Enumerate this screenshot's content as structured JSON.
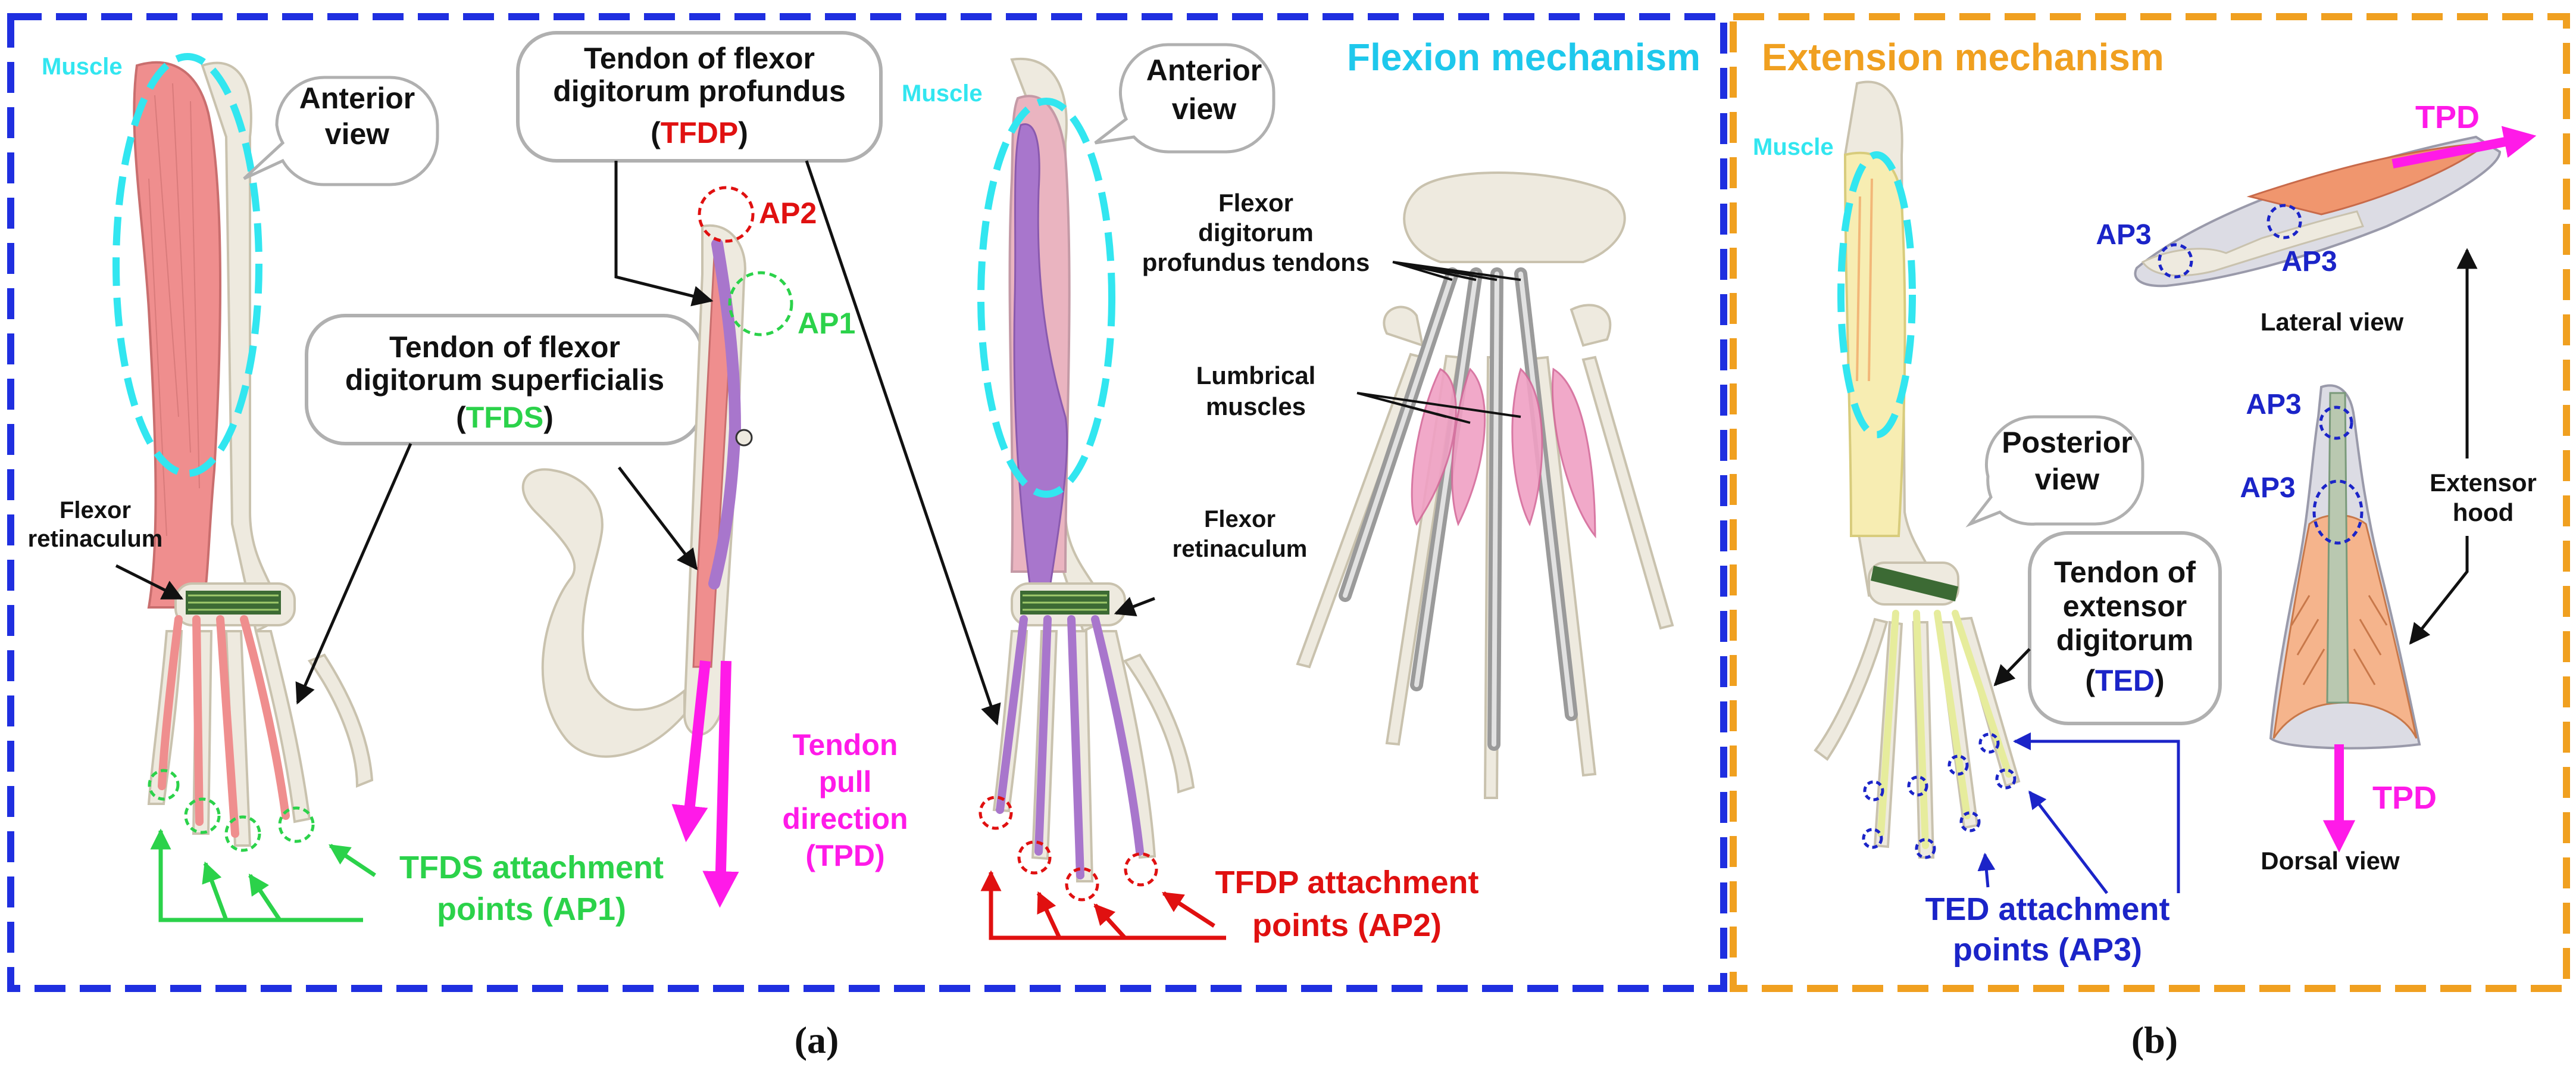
{
  "colors": {
    "flexion_frame": "#1f2fe0",
    "extension_frame": "#f0a020",
    "muscle_outline": "#32e6f0",
    "tfds": "#2bd24a",
    "tfdp": "#e01010",
    "tpd": "#ff1ae8",
    "ted": "#1b24c8",
    "bone": "#eeeadf",
    "muscle": "#ef8e8e",
    "tendon_purple": "#a876cc",
    "retinaculum": "#3c6a34"
  },
  "panel_a": {
    "title": "Flexion mechanism",
    "caption": "(a)",
    "arm1": {
      "muscle": "Muscle",
      "bubble": [
        "Anterior",
        "view"
      ],
      "retinaculum": [
        "Flexor",
        "retinaculum"
      ],
      "tfds_box": {
        "line1": "Tendon of flexor",
        "line2": "digitorum superficialis",
        "paren_open": "(",
        "abbr": "TFDS",
        "paren_close": ")"
      },
      "attach": [
        "TFDS attachment",
        "points (AP1)"
      ]
    },
    "finger": {
      "tfdp_box": {
        "line1": "Tendon of flexor",
        "line2": "digitorum profundus",
        "paren_open": "(",
        "abbr": "TFDP",
        "paren_close": ")"
      },
      "ap2": "AP2",
      "ap1": "AP1",
      "tpd": [
        "Tendon",
        "pull",
        "direction",
        "(TPD)"
      ]
    },
    "arm2": {
      "muscle": "Muscle",
      "bubble": [
        "Anterior",
        "view"
      ],
      "retinaculum": [
        "Flexor",
        "retinaculum"
      ],
      "attach": [
        "TFDP attachment",
        "points (AP2)"
      ]
    },
    "hand": {
      "tendons": [
        "Flexor",
        "digitorum",
        "profundus tendons"
      ],
      "lumbrical": [
        "Lumbrical",
        "muscles"
      ]
    }
  },
  "panel_b": {
    "title": "Extension mechanism",
    "caption": "(b)",
    "muscle": "Muscle",
    "bubble": [
      "Posterior",
      "view"
    ],
    "ted_box": {
      "line1": "Tendon of",
      "line2": "extensor",
      "line3": "digitorum",
      "paren_open": "(",
      "abbr": "TED",
      "paren_close": ")"
    },
    "attach": [
      "TED attachment",
      "points (AP3)"
    ],
    "tpd_top": "TPD",
    "ap3_a": "AP3",
    "ap3_b": "AP3",
    "lateral": "Lateral view",
    "ap3_c": "AP3",
    "ap3_d": "AP3",
    "hood": [
      "Extensor",
      "hood"
    ],
    "tpd_bottom": "TPD",
    "dorsal": "Dorsal view"
  }
}
